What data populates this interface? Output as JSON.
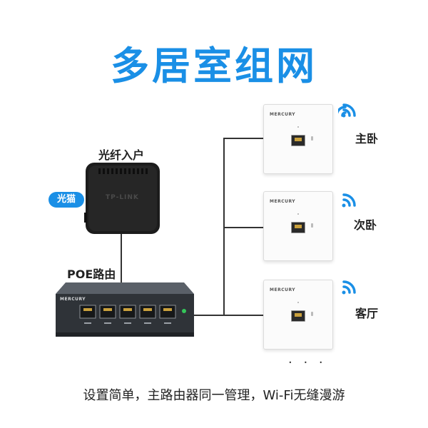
{
  "title": "多居室组网",
  "labels": {
    "fiber_in": "光纤入户",
    "modem_badge": "光猫",
    "router": "POE路由",
    "ap1": "主卧",
    "ap2": "次卧",
    "ap3": "客厅"
  },
  "devices": {
    "modem_brand": "TP-LINK",
    "router_brand": "MERCURY",
    "ap_brand": "MERCURY"
  },
  "ellipsis": "· · ·",
  "caption": "设置简单，主路由器同一管理，Wi-Fi无缝漫游",
  "colors": {
    "accent": "#1a8fe6",
    "wifi": "#1a8fe6"
  }
}
